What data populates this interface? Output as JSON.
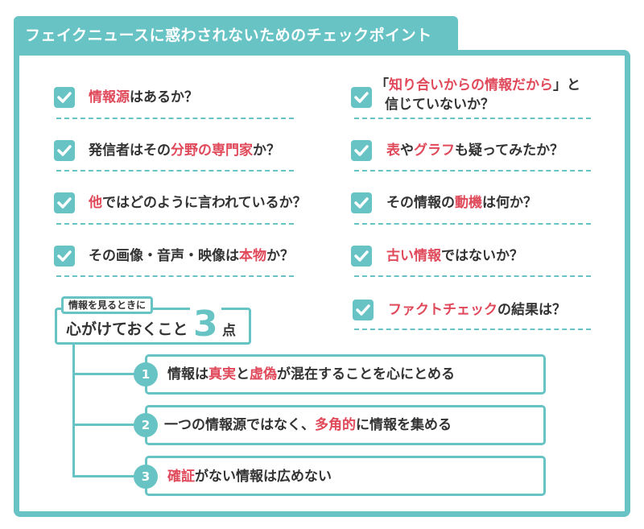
{
  "title": "フェイクニュースに惑わされないためのチェックポイント",
  "colors": {
    "accent": "#68C3C5",
    "highlight": "#E0495A",
    "text": "#333333",
    "background": "#FFFFFF"
  },
  "checklist": {
    "left": [
      {
        "parts": [
          {
            "t": "情報源",
            "hl": true
          },
          {
            "t": "はあるか？",
            "hl": false
          }
        ],
        "checked": true
      },
      {
        "parts": [
          {
            "t": "発信者はその",
            "hl": false
          },
          {
            "t": "分野の専門家",
            "hl": true
          },
          {
            "t": "か？",
            "hl": false
          }
        ],
        "checked": true
      },
      {
        "parts": [
          {
            "t": "他",
            "hl": true
          },
          {
            "t": "ではどのように言われているか？",
            "hl": false
          }
        ],
        "checked": true
      },
      {
        "parts": [
          {
            "t": "その画像・音声・映像は",
            "hl": false
          },
          {
            "t": "本物",
            "hl": true
          },
          {
            "t": "か？",
            "hl": false
          }
        ],
        "checked": true
      }
    ],
    "right": [
      {
        "parts": [
          {
            "t": "「",
            "hl": false
          },
          {
            "t": "知り合いからの情報だから",
            "hl": true
          },
          {
            "t": "」と",
            "hl": false
          }
        ],
        "line2": "信じていないか？",
        "checked": true
      },
      {
        "parts": [
          {
            "t": "表",
            "hl": true
          },
          {
            "t": "や",
            "hl": false
          },
          {
            "t": "グラフ",
            "hl": true
          },
          {
            "t": "も疑ってみたか？",
            "hl": false
          }
        ],
        "checked": true
      },
      {
        "parts": [
          {
            "t": "その情報の",
            "hl": false
          },
          {
            "t": "動機",
            "hl": true
          },
          {
            "t": "は何か？",
            "hl": false
          }
        ],
        "checked": true
      },
      {
        "parts": [
          {
            "t": "古い情報",
            "hl": true
          },
          {
            "t": "ではないか？",
            "hl": false
          }
        ],
        "checked": true
      },
      {
        "parts": [
          {
            "t": "ファクトチェック",
            "hl": true
          },
          {
            "t": "の結果は？",
            "hl": false
          }
        ],
        "checked": true
      }
    ]
  },
  "three_points": {
    "subtitle": "情報を見るときに",
    "heading": "心がけておくこと",
    "number": "3",
    "suffix": "点",
    "items": [
      {
        "num": "1",
        "parts": [
          {
            "t": "情報は",
            "hl": false
          },
          {
            "t": "真実",
            "hl": true
          },
          {
            "t": "と",
            "hl": false
          },
          {
            "t": "虚偽",
            "hl": true
          },
          {
            "t": "が混在することを心にとめる",
            "hl": false
          }
        ]
      },
      {
        "num": "2",
        "parts": [
          {
            "t": "一つの情報源ではなく、",
            "hl": false
          },
          {
            "t": "多角的",
            "hl": true
          },
          {
            "t": "に情報を集める",
            "hl": false
          }
        ]
      },
      {
        "num": "3",
        "parts": [
          {
            "t": "確証",
            "hl": true
          },
          {
            "t": "がない情報は広めない",
            "hl": false
          }
        ]
      }
    ]
  }
}
